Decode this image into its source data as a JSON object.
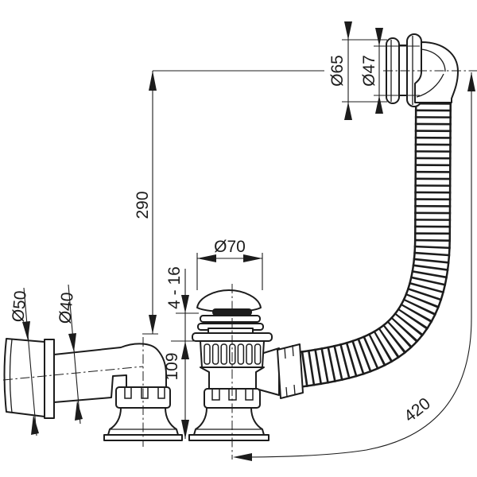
{
  "drawing": {
    "kind": "technical dimension drawing",
    "subject": "bath waste and overflow set with corrugated flexible hose",
    "background": "#ffffff",
    "ink": "#1c1c1c",
    "labels": {
      "d65": "Ø65",
      "d47": "Ø47",
      "h290": "290",
      "d70": "Ø70",
      "range416": "4 - 16",
      "h109": "109",
      "d50": "Ø50",
      "d40": "Ø40",
      "hose420": "420"
    }
  }
}
